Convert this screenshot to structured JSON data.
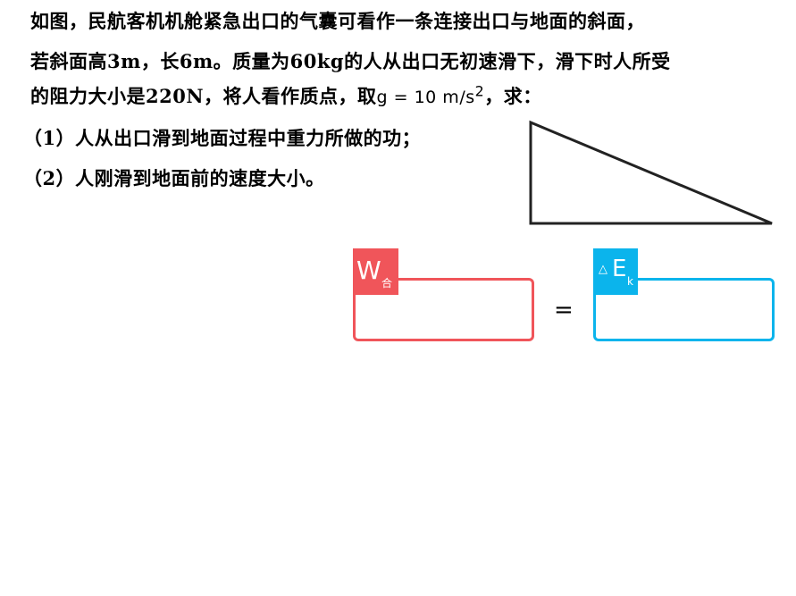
{
  "problem": {
    "line1": "如图，民航客机机舱紧急出口的气囊可看作一条连接出口与地面的斜面，",
    "line2": "若斜面高3m，长6m。质量为60kg的人从出口无初速滑下，滑下时人所受",
    "line3_a": "的阻力大小是220N，将人看作质点，取",
    "line3_math": "g = 10 m/s",
    "line3_sup": "2",
    "line3_b": "，求：",
    "q1": "（1）人从出口滑到地面过程中重力所做的功；",
    "q2": "（2）人刚滑到地面前的速度大小。"
  },
  "equation": {
    "left_label": "W",
    "left_sub": "合",
    "equals": "=",
    "right_delta": "△",
    "right_label": "E",
    "right_sub": "k",
    "left_color": "#f0555a",
    "right_color": "#0bb4ec"
  }
}
